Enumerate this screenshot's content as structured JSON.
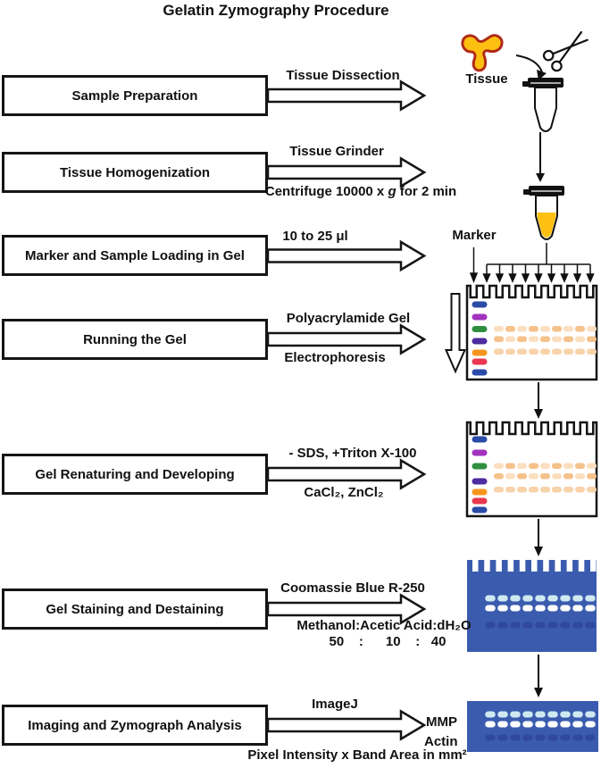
{
  "title": "Gelatin Zymography Procedure",
  "steps": [
    {
      "name": "Sample Preparation",
      "above": "Tissue Dissection"
    },
    {
      "name": "Tissue Homogenization",
      "above": "Tissue Grinder",
      "below_pre": "Centrifuge 10000 x ",
      "below_italic": "g",
      "below_post": " for 2 min"
    },
    {
      "name": "Marker and Sample Loading in Gel",
      "above": "10 to 25 μl"
    },
    {
      "name": "Running the Gel",
      "above": "Polyacrylamide Gel",
      "below": "Electrophoresis"
    },
    {
      "name": "Gel Renaturing and Developing",
      "above": "- SDS, +Triton X-100",
      "below": "CaCl₂, ZnCl₂"
    },
    {
      "name": "Gel Staining and Destaining",
      "above": "Coomassie Blue R-250",
      "below": "Methanol:Acetic Acid:dH₂O",
      "ratio": "50    :      10    :   40"
    },
    {
      "name": "Imaging and Zymograph Analysis",
      "above": "ImageJ",
      "below": "Pixel Intensity x Band Area in mm²"
    }
  ],
  "illustrations": {
    "tissue_label": "Tissue",
    "marker_label": "Marker",
    "mmp_label": "MMP",
    "actin_label": "Actin"
  },
  "colors": {
    "marker_bands": [
      "#2B4BA8",
      "#A233BF",
      "#2F8F3F",
      "#4D2BA0",
      "#F6951D",
      "#E8374F",
      "#2B4BA8"
    ],
    "band_light": "#FBDFC0",
    "band_medium": "#F5C28B",
    "band_row3": "#F8D2A9",
    "stained_gel": "#3B5CAE",
    "stained_band_white": "#FFFFFF",
    "stained_band_pale": "#CFE9F1",
    "stained_band_dark": "#3048A0",
    "tissue_fill": "#FDC010",
    "tissue_stroke": "#B02A18",
    "sample_liquid": "#FDC010"
  }
}
